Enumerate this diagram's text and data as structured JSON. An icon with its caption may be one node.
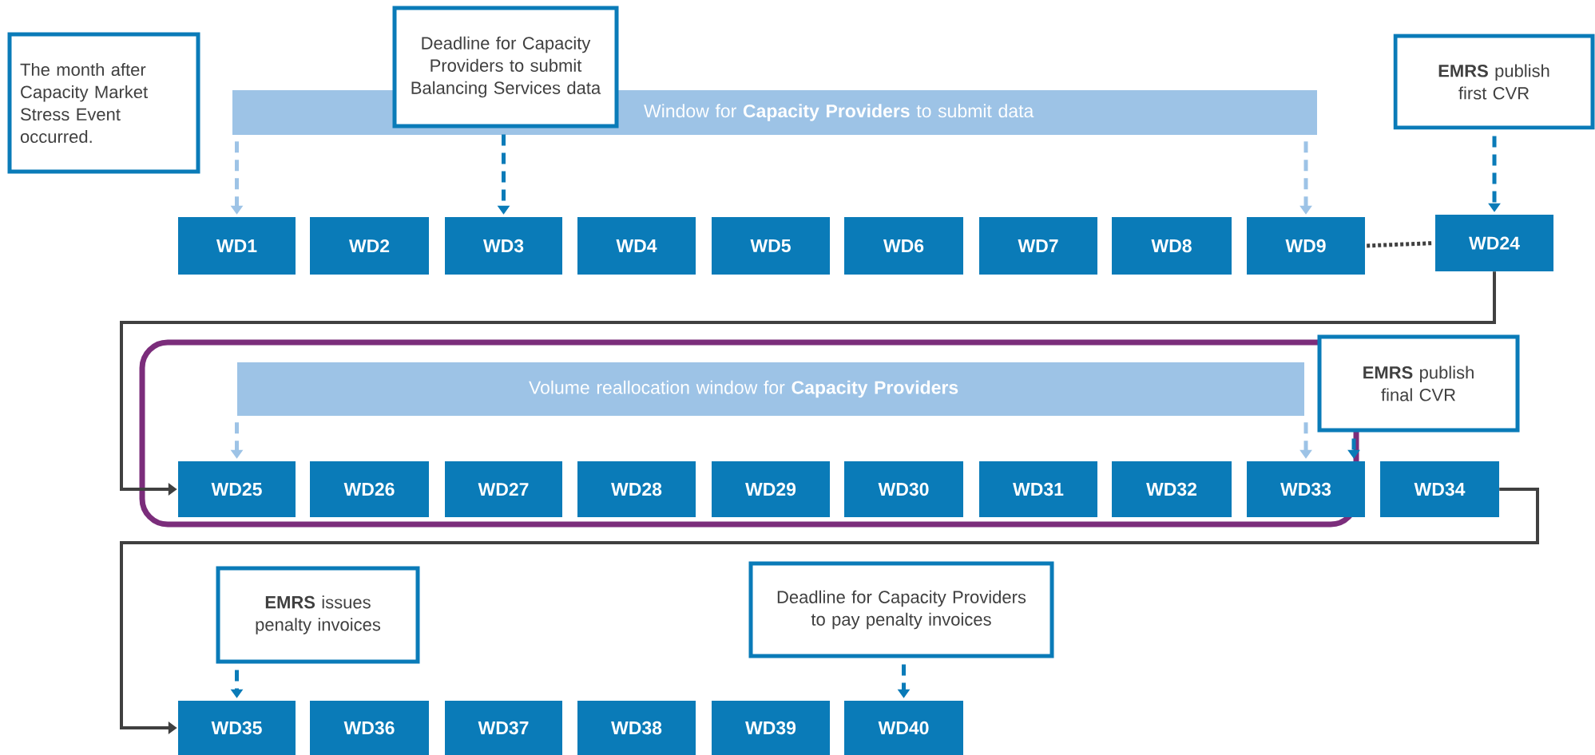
{
  "diagram": {
    "nodes": [
      {
        "text": [
          "The month after Capacity Market Stress Event occurred."
        ]
      },
      {
        "text": [
          "Deadline for Capacity Providers to submit Balancing Services data"
        ]
      },
      {
        "text": [
          "Window for **Capacity Providers** to submit data"
        ]
      },
      {
        "text": [
          "**EMRS** publish first CVR"
        ]
      },
      {
        "text": [
          "WD1"
        ]
      },
      {
        "text": [
          "WD2"
        ]
      },
      {
        "text": [
          "WD3"
        ]
      },
      {
        "text": [
          "WD4"
        ]
      },
      {
        "text": [
          "WD5"
        ]
      },
      {
        "text": [
          "WD6"
        ]
      },
      {
        "text": [
          "WD7"
        ]
      },
      {
        "text": [
          "WD8"
        ]
      },
      {
        "text": [
          "WD9"
        ]
      },
      {
        "text": [
          "WD24"
        ]
      },
      {
        "text": [
          "Volume reallocation window for **Capacity Providers**"
        ]
      },
      {
        "text": [
          "**EMRS** publish final CVR"
        ]
      },
      {
        "text": [
          "WD25"
        ]
      },
      {
        "text": [
          "WD26"
        ]
      },
      {
        "text": [
          "WD27"
        ]
      },
      {
        "text": [
          "WD28"
        ]
      },
      {
        "text": [
          "WD29"
        ]
      },
      {
        "text": [
          "WD30"
        ]
      },
      {
        "text": [
          "WD31"
        ]
      },
      {
        "text": [
          "WD32"
        ]
      },
      {
        "text": [
          "WD33"
        ]
      },
      {
        "text": [
          "WD34"
        ]
      },
      {
        "text": [
          "**EMRS** issues penalty invoices"
        ]
      },
      {
        "text": [
          "Deadline for Capacity Providers to pay penalty invoices"
        ]
      },
      {
        "text": [
          "WD35"
        ]
      },
      {
        "text": [
          "WD36"
        ]
      },
      {
        "text": [
          "WD37"
        ]
      },
      {
        "text": [
          "WD38"
        ]
      },
      {
        "text": [
          "WD39"
        ]
      },
      {
        "text": [
          "WD40"
        ]
      }
    ],
    "edges": [
      {
        "from": 2,
        "to": 4,
        "arrow": "to",
        "style": "dashed",
        "color": "#9dc3e6"
      },
      {
        "from": 1,
        "to": 6,
        "arrow": "to",
        "style": "dashed",
        "color": "#0a7bb8"
      },
      {
        "from": 2,
        "to": 12,
        "arrow": "to",
        "style": "dashed",
        "color": "#9dc3e6"
      },
      {
        "from": 3,
        "to": 13,
        "arrow": "to",
        "style": "dashed",
        "color": "#0a7bb8"
      },
      {
        "from": 12,
        "to": 13,
        "arrow": "none",
        "style": "dashed",
        "color": "#404040"
      },
      {
        "from": 13,
        "to": 16,
        "arrow": "to",
        "color": "#404040"
      },
      {
        "from": 14,
        "to": 16,
        "arrow": "to",
        "style": "dashed",
        "color": "#9dc3e6"
      },
      {
        "from": 14,
        "to": 24,
        "arrow": "to",
        "style": "dashed",
        "color": "#9dc3e6"
      },
      {
        "from": 15,
        "to": 24,
        "arrow": "to",
        "style": "dashed",
        "color": "#0a7bb8"
      },
      {
        "from": 25,
        "to": 28,
        "arrow": "to",
        "color": "#404040"
      },
      {
        "from": 26,
        "to": 28,
        "arrow": "to",
        "style": "dashed",
        "color": "#0a7bb8"
      },
      {
        "from": 27,
        "to": 33,
        "arrow": "to",
        "style": "dashed",
        "color": "#0a7bb8"
      }
    ]
  }
}
